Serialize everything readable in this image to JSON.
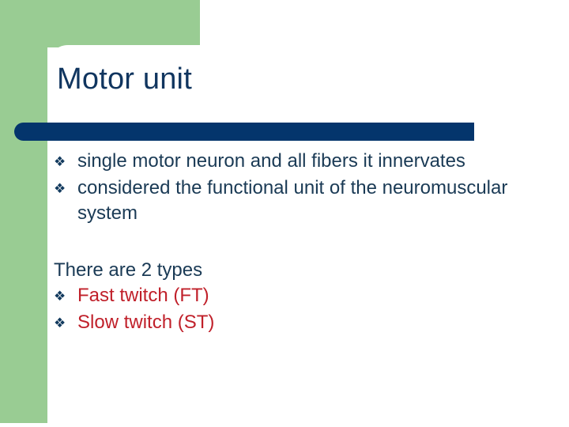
{
  "slide": {
    "title": "Motor unit",
    "theme": {
      "accent_green": "#99cc93",
      "accent_navy": "#04356c",
      "title_color": "#10355f",
      "body_color": "#1a3a55",
      "highlight_red": "#c0202a",
      "background": "#ffffff"
    },
    "bullet_glyph": "❖",
    "sections": [
      {
        "id": "definition",
        "bullets": [
          "single motor neuron and all fibers it innervates",
          "considered the functional unit of the neuromuscular system"
        ]
      },
      {
        "id": "types",
        "heading": "There are 2 types",
        "bullets": [
          "Fast twitch (FT)",
          "Slow twitch (ST)"
        ]
      }
    ]
  }
}
